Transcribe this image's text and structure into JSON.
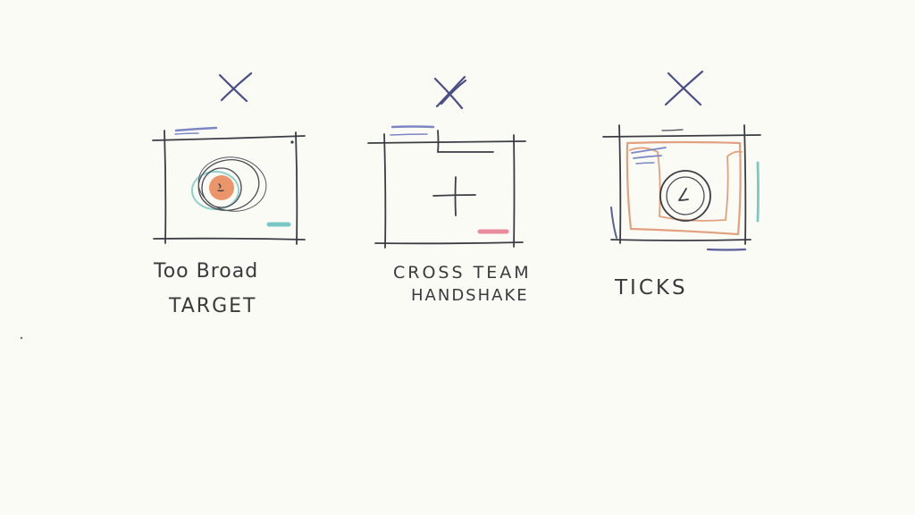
{
  "panels": [
    {
      "id": "too-broad-target",
      "status_icon": "x-mark-icon",
      "label_line1": "Too Broad",
      "label_line2": "TARGET",
      "colors": {
        "accent_fill": "#ea8a5c",
        "accent_ring": "#8fd0cc",
        "accent_bar": "#78c8c8",
        "corner_mark": "#7c86c4"
      }
    },
    {
      "id": "cross-team-handshake",
      "status_icon": "x-mark-icon",
      "label_line1": "CROSS TEAM",
      "label_line2": "HANDSHAKE",
      "colors": {
        "accent_bar": "#e98b9c",
        "corner_mark": "#7c86c4"
      }
    },
    {
      "id": "ticks",
      "status_icon": "x-mark-icon",
      "label_line1": "TICKS",
      "colors": {
        "accent_outline": "#e2a07e",
        "accent_bar": "#78c8c8",
        "corner_mark": "#7c86c4"
      }
    }
  ]
}
